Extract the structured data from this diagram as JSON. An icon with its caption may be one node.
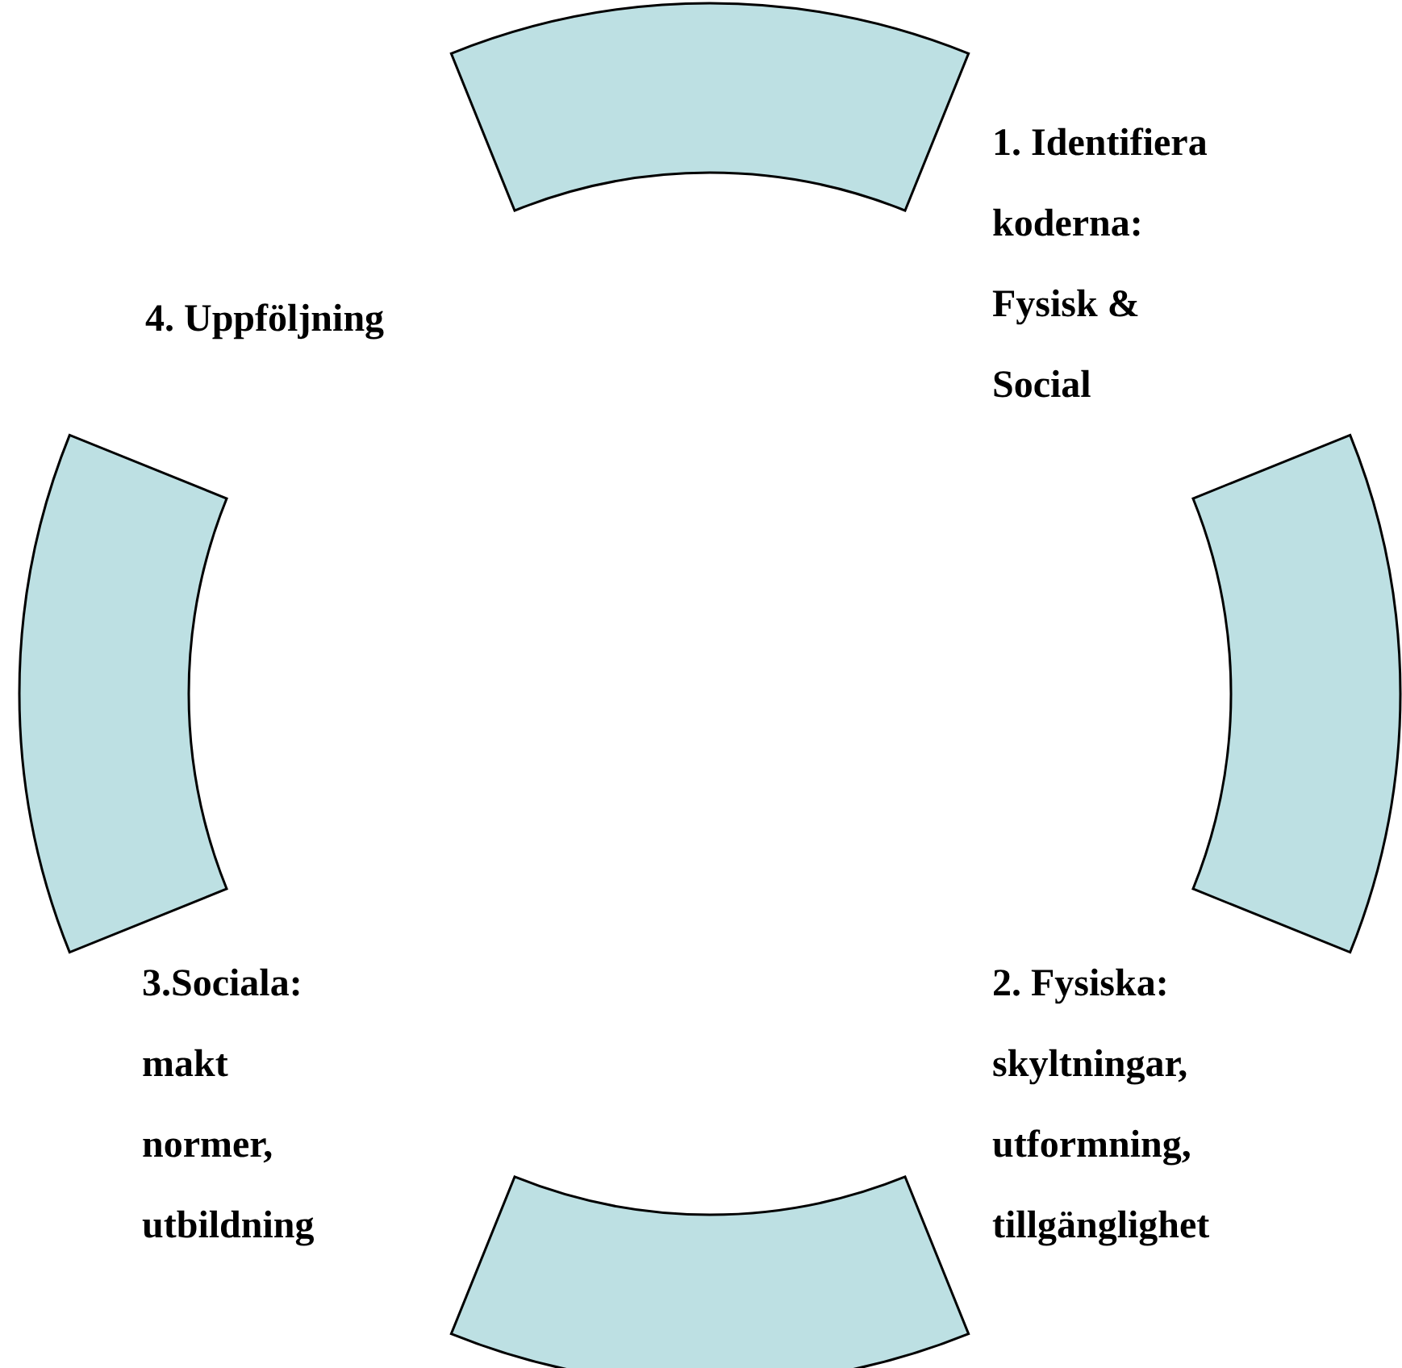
{
  "diagram": {
    "nodes": [
      {
        "text": [],
        "shape": "arc"
      },
      {
        "text": [],
        "shape": "arc"
      },
      {
        "text": [],
        "shape": "arc"
      },
      {
        "text": [],
        "shape": "arc"
      }
    ],
    "labels": [
      "1. Identifiera koderna: Fysisk & Social",
      "4. Uppföljning",
      "3.Sociala: makt normer, utbildning",
      "2. Fysiska: skyltningar, utformning, tillgänglighet"
    ]
  }
}
